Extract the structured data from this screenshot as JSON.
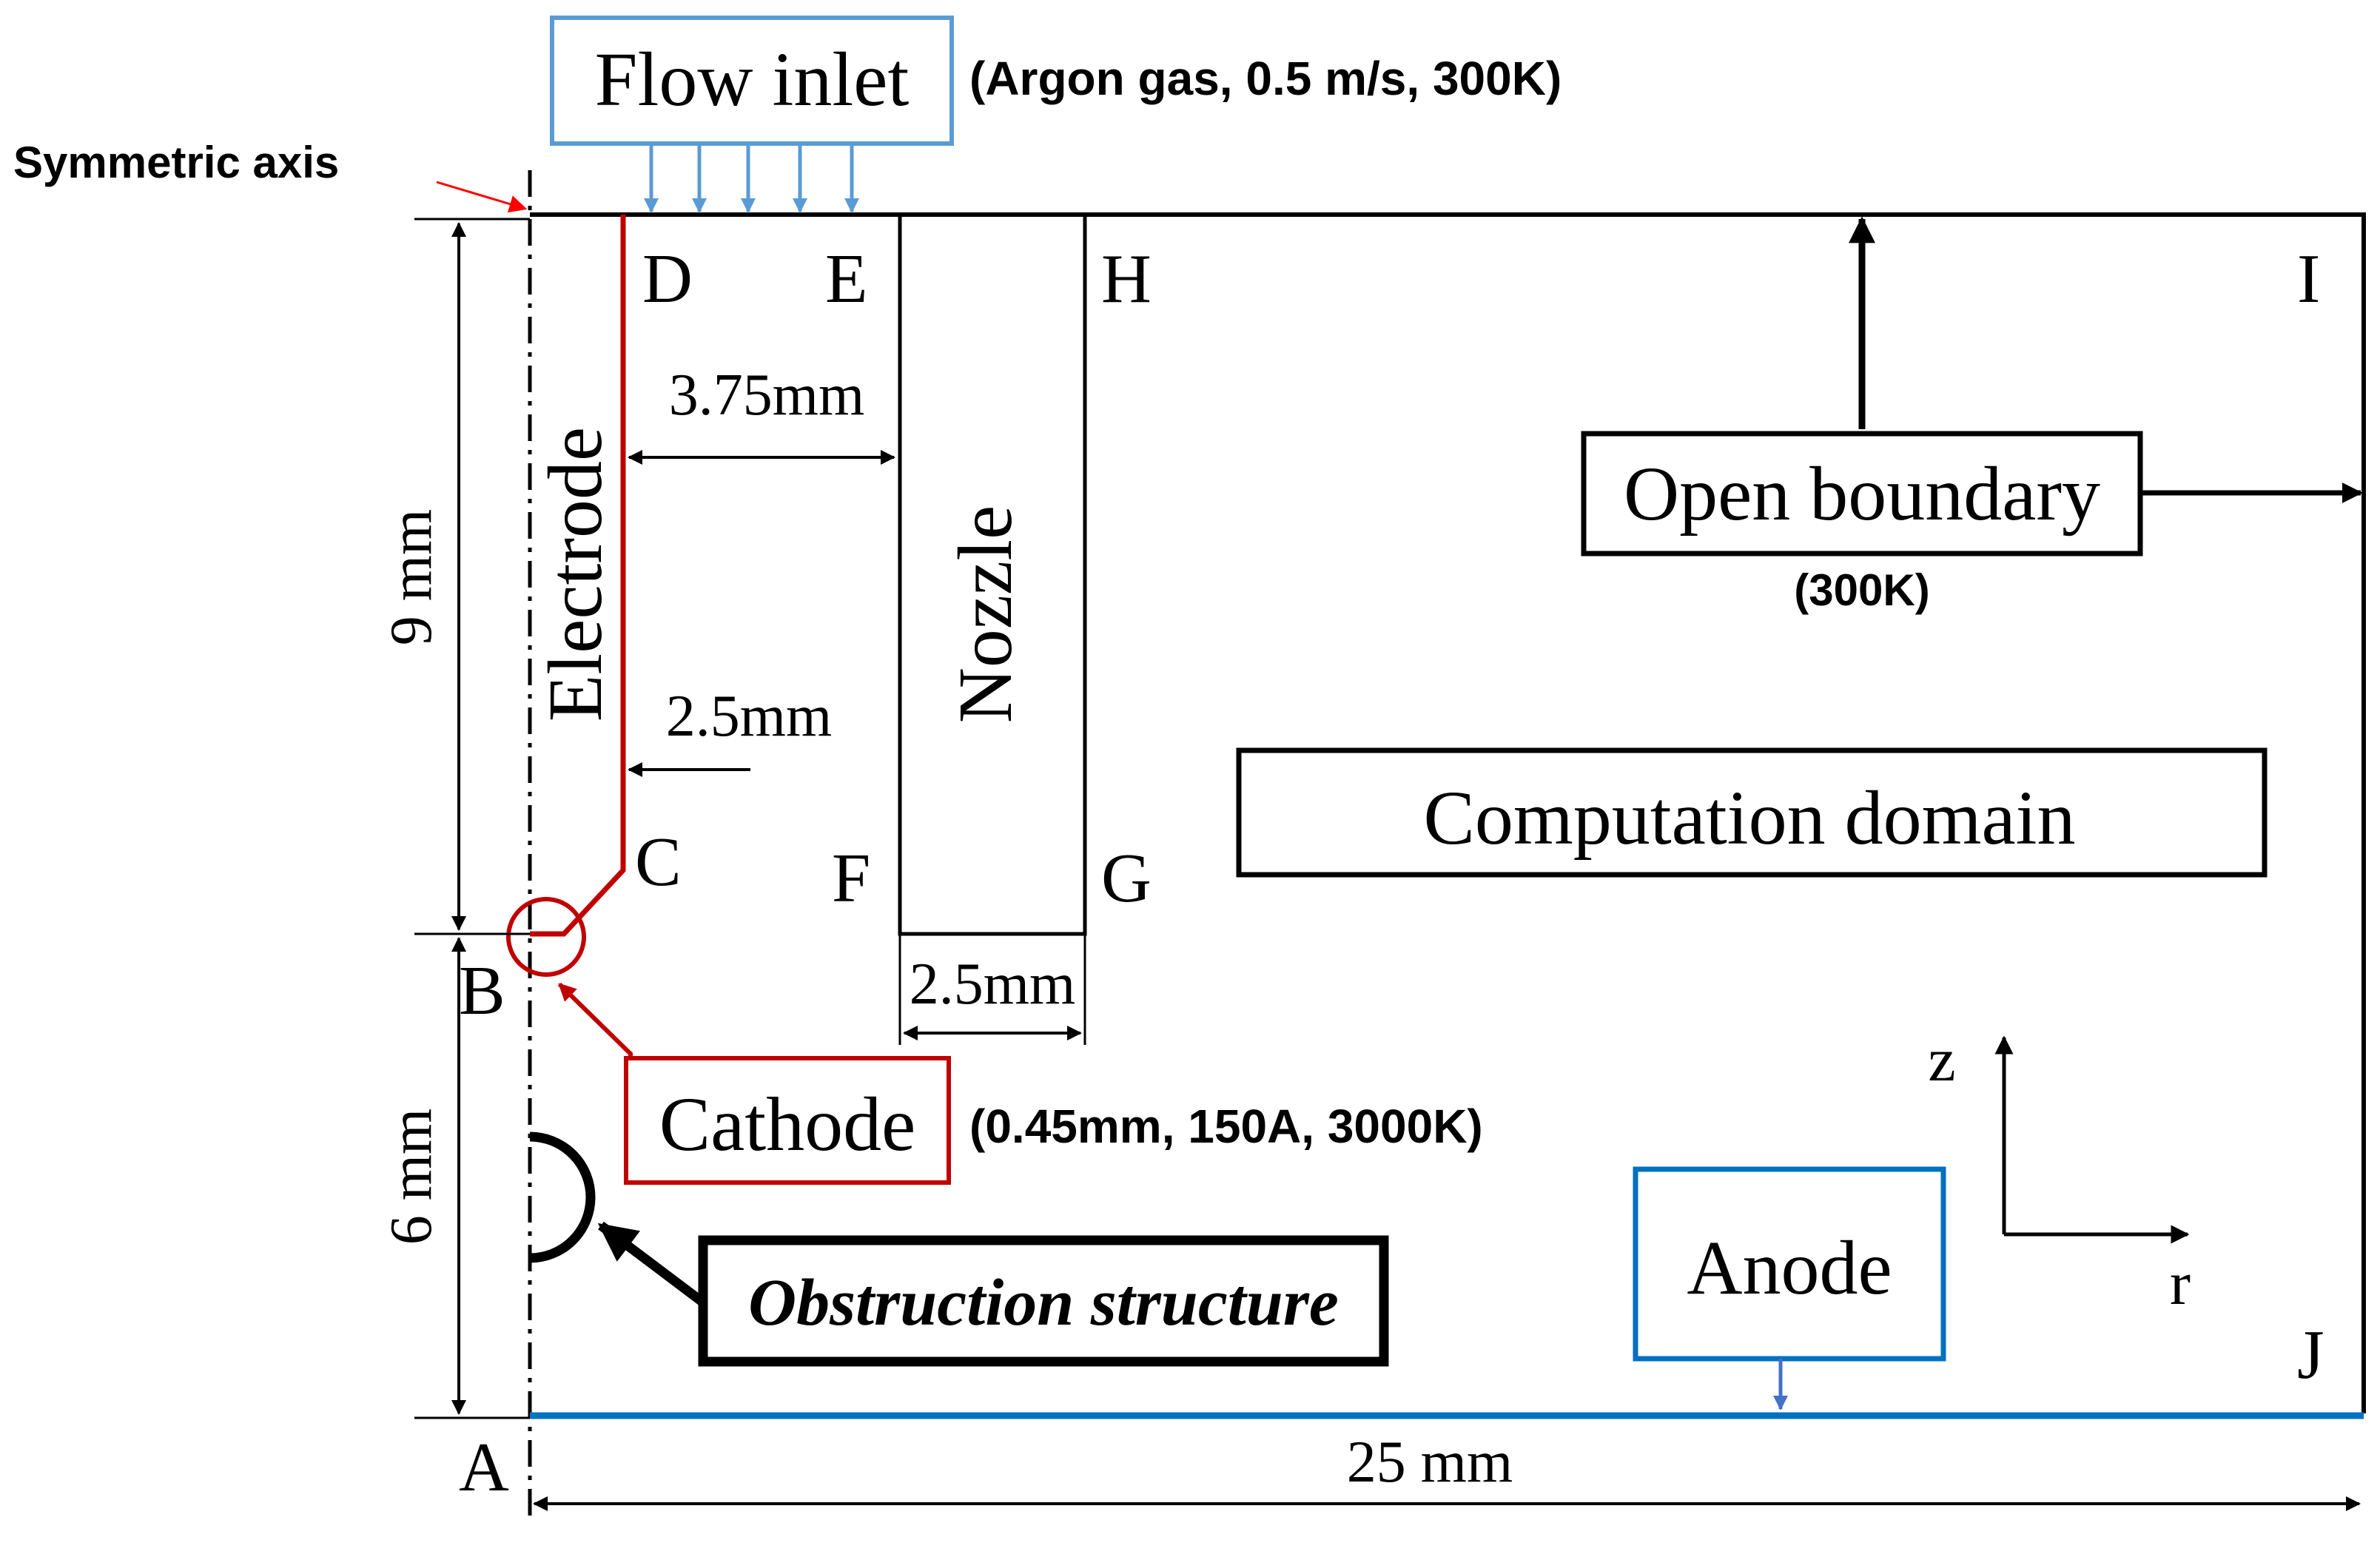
{
  "labels": {
    "flow_inlet": "Flow inlet",
    "flow_inlet_params": "(Argon gas, 0.5 m/s, 300K)",
    "symmetric_axis": "Symmetric axis",
    "electrode": "Electrode",
    "nozzle": "Nozzle",
    "open_boundary": "Open boundary",
    "open_boundary_params": "(300K)",
    "computation_domain": "Computation domain",
    "cathode": "Cathode",
    "cathode_params": "(0.45mm, 150A, 3000K)",
    "obstruction_structure": "Obstruction structure",
    "anode": "Anode"
  },
  "points": {
    "A": "A",
    "B": "B",
    "C": "C",
    "D": "D",
    "E": "E",
    "F": "F",
    "G": "G",
    "H": "H",
    "I": "I",
    "J": "J"
  },
  "dimensions": {
    "d_3_75": "3.75mm",
    "d_2_5_electrode": "2.5mm",
    "d_2_5_nozzle": "2.5mm",
    "d_9": "9 mm",
    "d_6": "6 mm",
    "d_25": "25 mm"
  },
  "axes": {
    "z": "z",
    "r": "r"
  },
  "colors": {
    "black": "#000000",
    "electrode_red": "#c00000",
    "arrow_red": "#ff0000",
    "inlet_blue": "#5b9bd5",
    "anode_blue": "#0070c0"
  }
}
